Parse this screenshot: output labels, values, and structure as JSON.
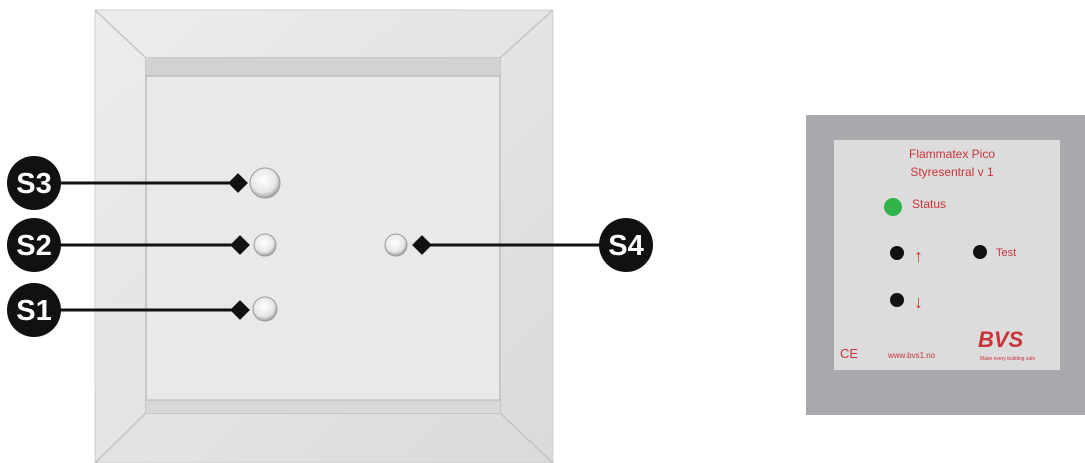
{
  "left_diagram": {
    "callouts": [
      {
        "id": "S3",
        "label": "S3"
      },
      {
        "id": "S2",
        "label": "S2"
      },
      {
        "id": "S1",
        "label": "S1"
      },
      {
        "id": "S4",
        "label": "S4"
      }
    ]
  },
  "right_panel": {
    "title_line1": "Flammatex Pico",
    "title_line2": "Styresentral v 1",
    "status_label": "Status",
    "test_label": "Test",
    "up_arrow": "↑",
    "down_arrow": "↓",
    "ce_mark": "CE",
    "website": "www.bvs1.no",
    "brand": "BVS",
    "tagline": "Make every building safe",
    "colors": {
      "status_led": "#2fb34a",
      "text_red": "#c8343a",
      "panel_frame": "#a7a9ac",
      "panel_face": "#dcdcdc"
    }
  }
}
